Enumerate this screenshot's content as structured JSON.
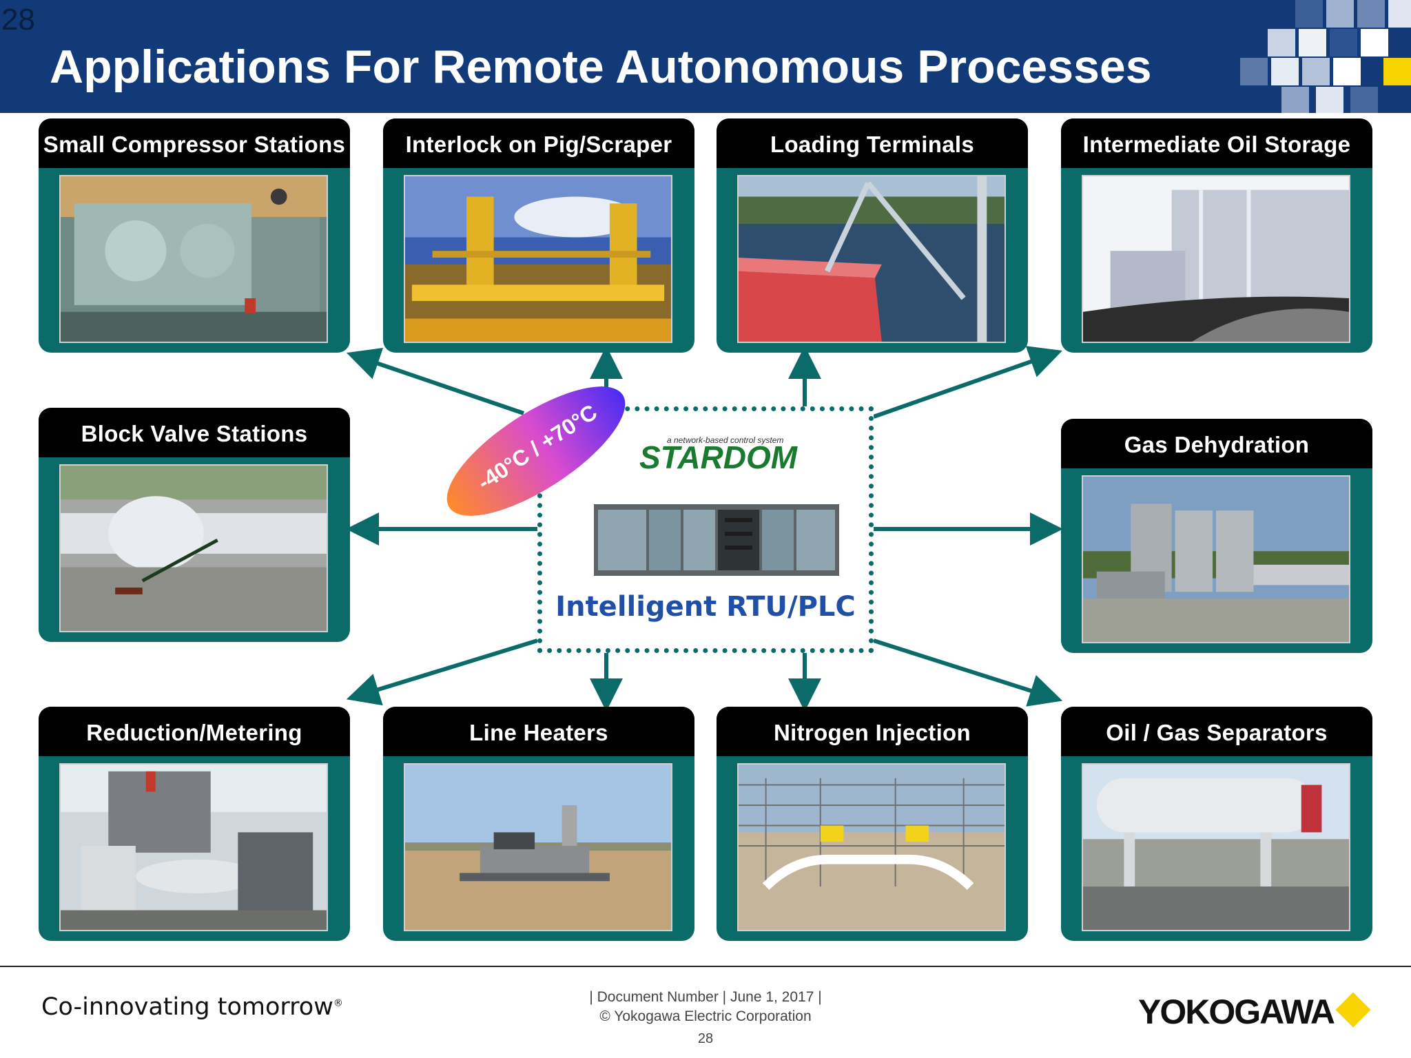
{
  "slide": {
    "number_top": "28",
    "title": "Applications For Remote Autonomous Processes"
  },
  "center": {
    "temperature_label": "-40°C / +70°C",
    "logo_tagline": "a network-based control system",
    "logo_text": "STARDOM",
    "caption": "Intelligent RTU/PLC"
  },
  "panels": [
    {
      "title": "Small Compressor Stations"
    },
    {
      "title": "Interlock on Pig/Scraper"
    },
    {
      "title": "Loading Terminals"
    },
    {
      "title": "Intermediate Oil Storage"
    },
    {
      "title": "Block Valve Stations"
    },
    {
      "title": "Gas Dehydration"
    },
    {
      "title": "Reduction/Metering"
    },
    {
      "title": "Line Heaters"
    },
    {
      "title": "Nitrogen Injection"
    },
    {
      "title": "Oil / Gas Separators"
    }
  ],
  "footer": {
    "tagline": "Co-innovating tomorrow",
    "doc_line1": "| Document Number | June 1, 2017 |",
    "doc_line2": "© Yokogawa Electric Corporation",
    "page_number": "28",
    "brand": "YOKOGAWA"
  },
  "colors": {
    "header_blue": "#123a78",
    "panel_teal": "#0b6b68",
    "caption_blue": "#1f4fa6",
    "brand_yellow": "#f7d300"
  }
}
